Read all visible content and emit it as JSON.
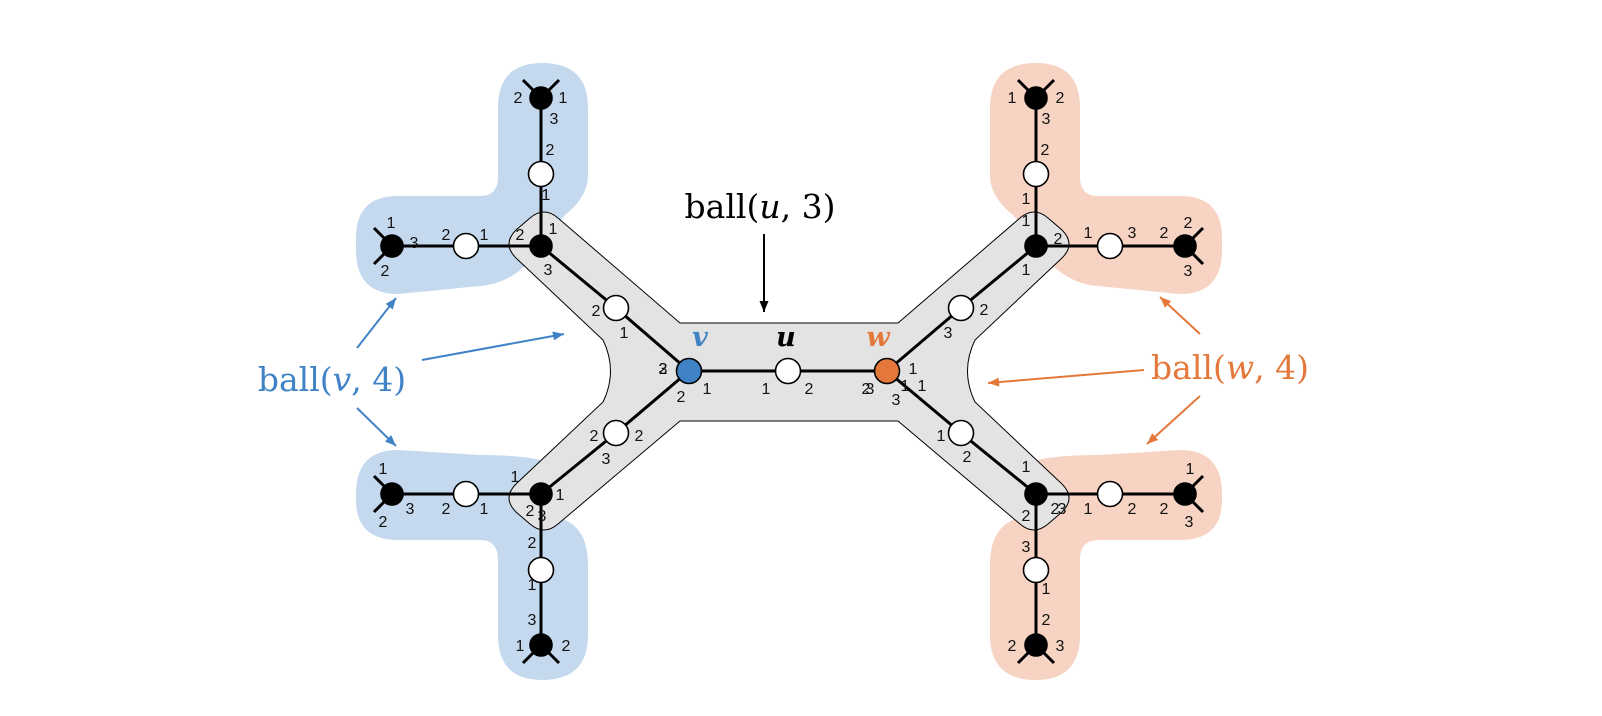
{
  "labels": {
    "ball_u": {
      "prefix": "ball(",
      "var": "u",
      "suffix": ", 3)"
    },
    "ball_v": {
      "prefix": "ball(",
      "var": "v",
      "suffix": ", 4)"
    },
    "ball_w": {
      "prefix": "ball(",
      "var": "w",
      "suffix": ", 4)"
    }
  },
  "node_names": {
    "v": "v",
    "u": "u",
    "w": "w"
  },
  "colors": {
    "blue_region": "#c5d9ee",
    "orange_region": "#f6d3c2",
    "gray_region": "#e3e3e3",
    "blue": "#3f82c6",
    "orange": "#e3783a",
    "black": "#000000"
  },
  "nodes": [
    {
      "id": "v",
      "fill": "blue"
    },
    {
      "id": "u",
      "fill": "white"
    },
    {
      "id": "w",
      "fill": "orange"
    },
    {
      "id": "a1",
      "fill": "white"
    },
    {
      "id": "A",
      "fill": "black"
    },
    {
      "id": "a2",
      "fill": "white"
    },
    {
      "id": "B",
      "fill": "black"
    },
    {
      "id": "b1",
      "fill": "white"
    },
    {
      "id": "C",
      "fill": "black"
    },
    {
      "id": "b2",
      "fill": "white"
    },
    {
      "id": "D",
      "fill": "black"
    },
    {
      "id": "c1",
      "fill": "white"
    },
    {
      "id": "E",
      "fill": "black"
    },
    {
      "id": "c2",
      "fill": "white"
    },
    {
      "id": "F",
      "fill": "black"
    },
    {
      "id": "d1",
      "fill": "white"
    },
    {
      "id": "G",
      "fill": "black"
    },
    {
      "id": "d2",
      "fill": "white"
    },
    {
      "id": "H",
      "fill": "black"
    },
    {
      "id": "e1",
      "fill": "white"
    },
    {
      "id": "I",
      "fill": "black"
    },
    {
      "id": "e2",
      "fill": "white"
    },
    {
      "id": "J",
      "fill": "black"
    },
    {
      "id": "f1",
      "fill": "white"
    },
    {
      "id": "K",
      "fill": "black"
    },
    {
      "id": "f2",
      "fill": "white"
    },
    {
      "id": "L",
      "fill": "black"
    }
  ],
  "ports": [
    {
      "t": "3"
    },
    {
      "t": "2"
    },
    {
      "t": "1"
    },
    {
      "t": "1"
    },
    {
      "t": "2"
    },
    {
      "t": "2"
    },
    {
      "t": "3"
    },
    {
      "t": "1"
    },
    {
      "t": "2"
    },
    {
      "t": "1"
    },
    {
      "t": "3"
    },
    {
      "t": "2"
    },
    {
      "t": "1"
    },
    {
      "t": "1"
    },
    {
      "t": "2"
    },
    {
      "t": "3"
    },
    {
      "t": "1"
    },
    {
      "t": "2"
    },
    {
      "t": "1"
    },
    {
      "t": "2"
    },
    {
      "t": "3"
    },
    {
      "t": "2"
    },
    {
      "t": "1"
    },
    {
      "t": "2"
    },
    {
      "t": "3"
    },
    {
      "t": "1"
    },
    {
      "t": "3"
    },
    {
      "t": "2"
    },
    {
      "t": "2"
    },
    {
      "t": "1"
    },
    {
      "t": "2"
    },
    {
      "t": "1"
    },
    {
      "t": "3"
    },
    {
      "t": "1"
    },
    {
      "t": "2"
    },
    {
      "t": "2"
    },
    {
      "t": "3"
    },
    {
      "t": "1"
    },
    {
      "t": "1"
    },
    {
      "t": "2"
    },
    {
      "t": "3"
    },
    {
      "t": "2"
    },
    {
      "t": "1"
    },
    {
      "t": "1"
    },
    {
      "t": "2"
    },
    {
      "t": "1"
    },
    {
      "t": "3"
    },
    {
      "t": "2"
    },
    {
      "t": "2"
    },
    {
      "t": "3"
    },
    {
      "t": "1"
    },
    {
      "t": "3"
    },
    {
      "t": "2"
    },
    {
      "t": "1"
    },
    {
      "t": "2"
    },
    {
      "t": "3"
    },
    {
      "t": "1"
    },
    {
      "t": "2"
    },
    {
      "t": "2"
    },
    {
      "t": "1"
    },
    {
      "t": "3"
    },
    {
      "t": "1"
    },
    {
      "t": "2"
    },
    {
      "t": "2"
    },
    {
      "t": "1"
    },
    {
      "t": "2"
    },
    {
      "t": "3"
    },
    {
      "t": "1"
    },
    {
      "t": "2"
    },
    {
      "t": "3"
    },
    {
      "t": "2"
    },
    {
      "t": "1"
    },
    {
      "t": "1"
    },
    {
      "t": "3"
    },
    {
      "t": "2"
    }
  ]
}
